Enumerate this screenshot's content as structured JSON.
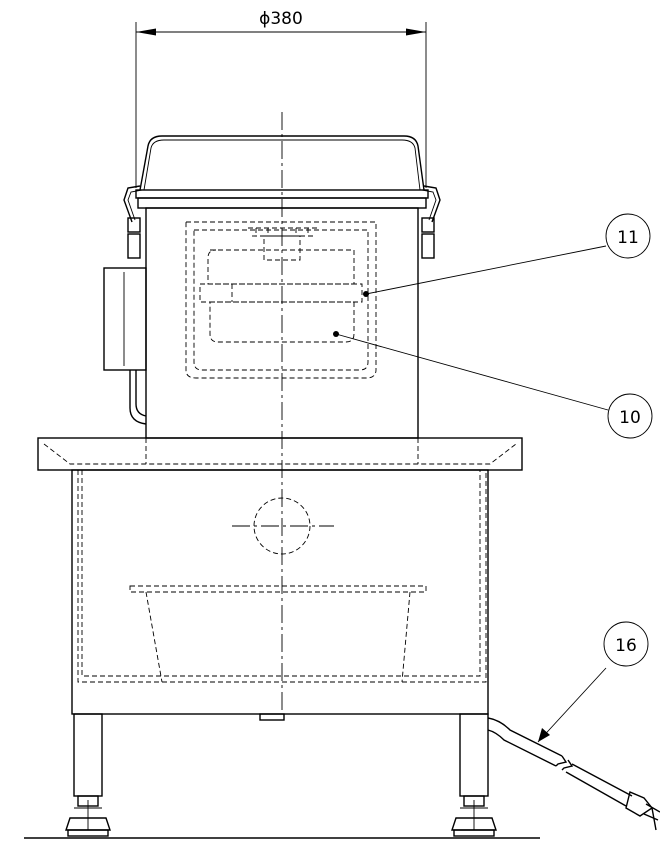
{
  "dimension": {
    "label": "ϕ380"
  },
  "balloons": [
    {
      "label": "11"
    },
    {
      "label": "10"
    },
    {
      "label": "16"
    }
  ]
}
